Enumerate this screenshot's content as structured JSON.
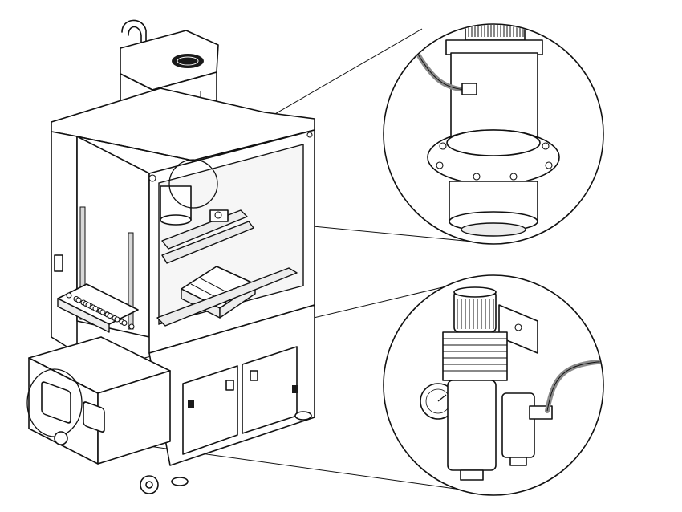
{
  "figure": {
    "subject": "machine-enclosure-isometric",
    "callouts": [
      {
        "id": "spindle-detail",
        "icon": "spindle-icon"
      },
      {
        "id": "air-regulator-detail",
        "icon": "filter-regulator-icon"
      }
    ],
    "colors": {
      "line": "#111111",
      "fill": "#ffffff",
      "shade": "#ececec",
      "tube": "#8a8a8a"
    }
  }
}
